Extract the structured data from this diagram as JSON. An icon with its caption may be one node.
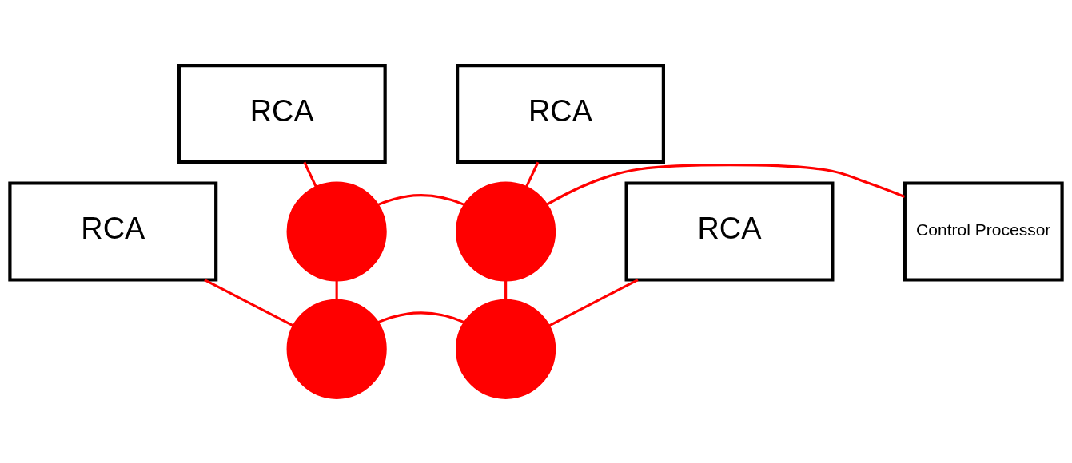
{
  "diagram": {
    "nodes": [
      {
        "text": [
          "RCA"
        ]
      },
      {
        "text": [
          "RCA"
        ]
      },
      {
        "text": [],
        "shape": "circle"
      },
      {
        "text": [],
        "shape": "circle"
      },
      {
        "text": [
          "Control Processor"
        ]
      },
      {
        "text": [
          "RCA"
        ]
      },
      {
        "text": [
          "RCA"
        ]
      },
      {
        "text": [],
        "shape": "circle"
      },
      {
        "text": [],
        "shape": "circle"
      }
    ],
    "edges": [
      {
        "from": 0,
        "to": 2,
        "arrow": "none"
      },
      {
        "from": 1,
        "to": 3,
        "arrow": "none"
      },
      {
        "from": 2,
        "to": 3,
        "arrow": "none"
      },
      {
        "from": 3,
        "to": 4,
        "arrow": "none"
      },
      {
        "from": 2,
        "to": 7,
        "arrow": "none"
      },
      {
        "from": 3,
        "to": 8,
        "arrow": "none"
      },
      {
        "from": 5,
        "to": 7,
        "arrow": "none"
      },
      {
        "from": 6,
        "to": 8,
        "arrow": "none"
      },
      {
        "from": 7,
        "to": 8,
        "arrow": "none"
      }
    ]
  }
}
